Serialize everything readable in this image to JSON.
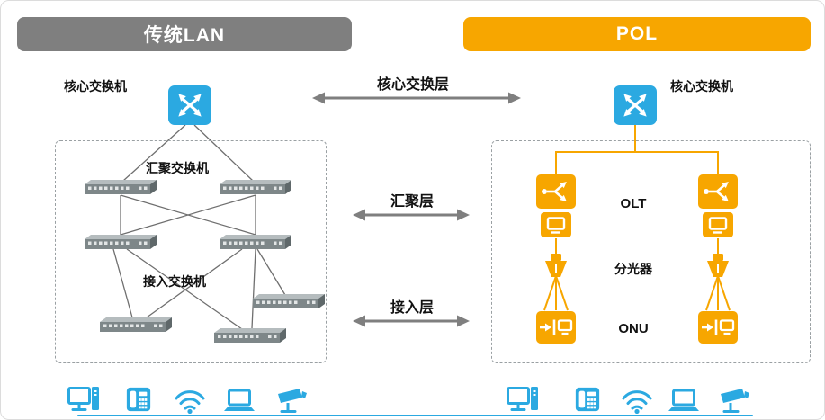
{
  "headers": {
    "lan": "传统LAN",
    "pol": "POL"
  },
  "lan": {
    "core_switch_label": "核心交换机",
    "aggregation_label": "汇聚交换机",
    "access_label": "接入交换机"
  },
  "layers": {
    "core": "核心交换层",
    "aggregation": "汇聚层",
    "access": "接入层"
  },
  "pol": {
    "core_switch_label": "核心交换机",
    "olt_label": "OLT",
    "splitter_label": "分光器",
    "onu_label": "ONU"
  },
  "terminals": {
    "left": [
      "desktop",
      "phone",
      "wifi",
      "laptop",
      "camera"
    ],
    "right": [
      "desktop",
      "phone",
      "wifi",
      "laptop",
      "camera"
    ]
  },
  "colors": {
    "lan_header_bg": "#7f7f7f",
    "pol_header_bg": "#f7a600",
    "core_switch_blue": "#2ba9e1",
    "device_orange": "#f7a600",
    "switch_gray": "#7e8789",
    "line_gray": "#6f6f6f",
    "arrow_gray": "#7f7f7f",
    "terminal_blue": "#2ba9e1",
    "footer_line_blue": "#2ba9e1"
  }
}
